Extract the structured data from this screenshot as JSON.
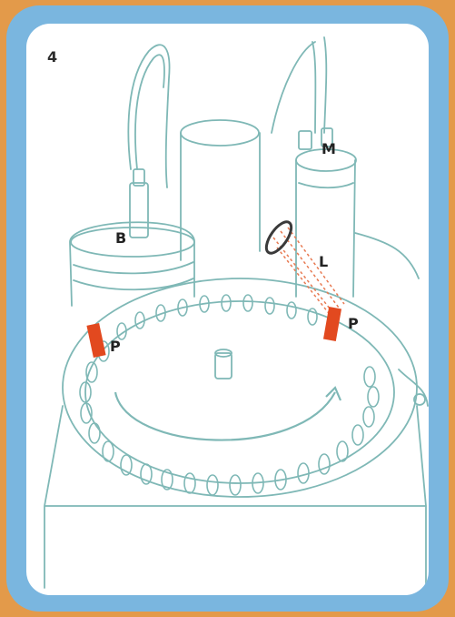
{
  "panel": {
    "number": "4"
  },
  "labels": {
    "B": "B",
    "M": "M",
    "L": "L",
    "P_left": "P",
    "P_right": "P"
  },
  "colors": {
    "frame_orange": "#e39a4a",
    "border_blue": "#7ab6df",
    "line_teal": "#7fb8b6",
    "marker_red": "#e2491f",
    "beam_red": "#e87a52",
    "text": "#222222"
  }
}
